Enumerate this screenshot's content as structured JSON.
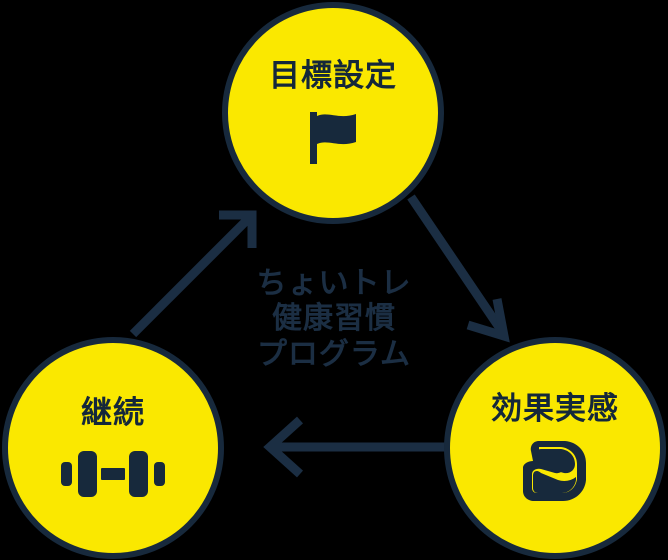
{
  "diagram": {
    "type": "cycle",
    "background_color": "#000000",
    "node_fill_color": "#FAE800",
    "node_stroke_color": "#17293C",
    "text_color": "#14273A",
    "arrow_color": "#1B2E43",
    "center_title": {
      "lines": [
        "ちょいトレ",
        "健康習慣",
        "プログラム"
      ]
    },
    "nodes": [
      {
        "id": "goal",
        "label": "目標設定",
        "icon": "flag-icon",
        "position": "top"
      },
      {
        "id": "keep",
        "label": "継続",
        "icon": "dumbbell-icon",
        "position": "bottom-left"
      },
      {
        "id": "result",
        "label": "効果実感",
        "icon": "flexed-biceps-icon",
        "position": "bottom-right"
      }
    ],
    "arrows": [
      {
        "id": "goal-to-result",
        "from": "goal",
        "to": "result",
        "direction": "down-right"
      },
      {
        "id": "result-to-keep",
        "from": "result",
        "to": "keep",
        "direction": "left"
      },
      {
        "id": "keep-to-goal",
        "from": "keep",
        "to": "goal",
        "direction": "up-right"
      }
    ]
  }
}
